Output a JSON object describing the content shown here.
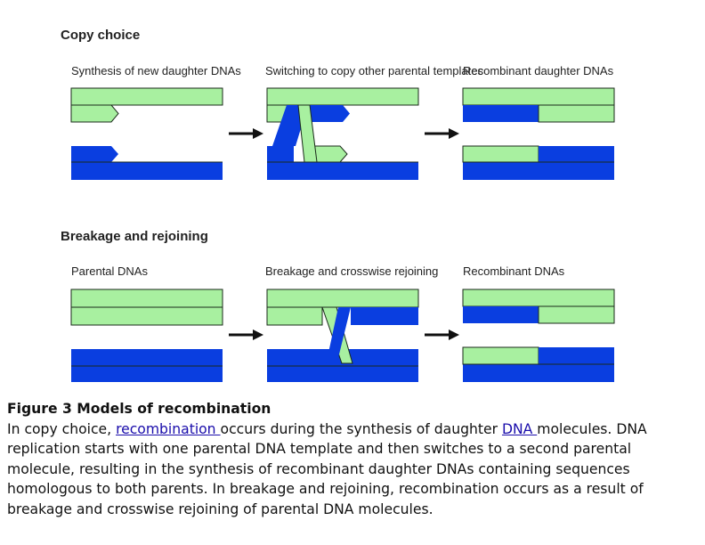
{
  "colors": {
    "green": "#a8f0a0",
    "blue": "#0a3ee0",
    "outline": "#1a2a1a",
    "arrow": "#111111",
    "link": "#1a0dab"
  },
  "diagram": {
    "copy_choice": {
      "title": "Copy choice",
      "panels": [
        "Synthesis of new daughter DNAs",
        "Switching to copy other parental templates",
        "Recombinant daughter DNAs"
      ]
    },
    "breakage": {
      "title": "Breakage and rejoining",
      "panels": [
        "Parental DNAs",
        "Breakage and crosswise rejoining",
        "Recombinant DNAs"
      ]
    }
  },
  "caption": {
    "title": "Figure 3 Models of recombination",
    "text_1": "In copy choice, ",
    "link_1": "recombination ",
    "text_2": "occurs during the synthesis of daughter ",
    "link_2": "DNA ",
    "text_3": "molecules. DNA replication starts with one parental DNA template and then switches to a second parental molecule, resulting in the synthesis of recombinant daughter DNAs containing sequences homologous to both parents. In breakage and rejoining, recombination occurs as a result of breakage and crosswise rejoining of parental DNA molecules."
  }
}
